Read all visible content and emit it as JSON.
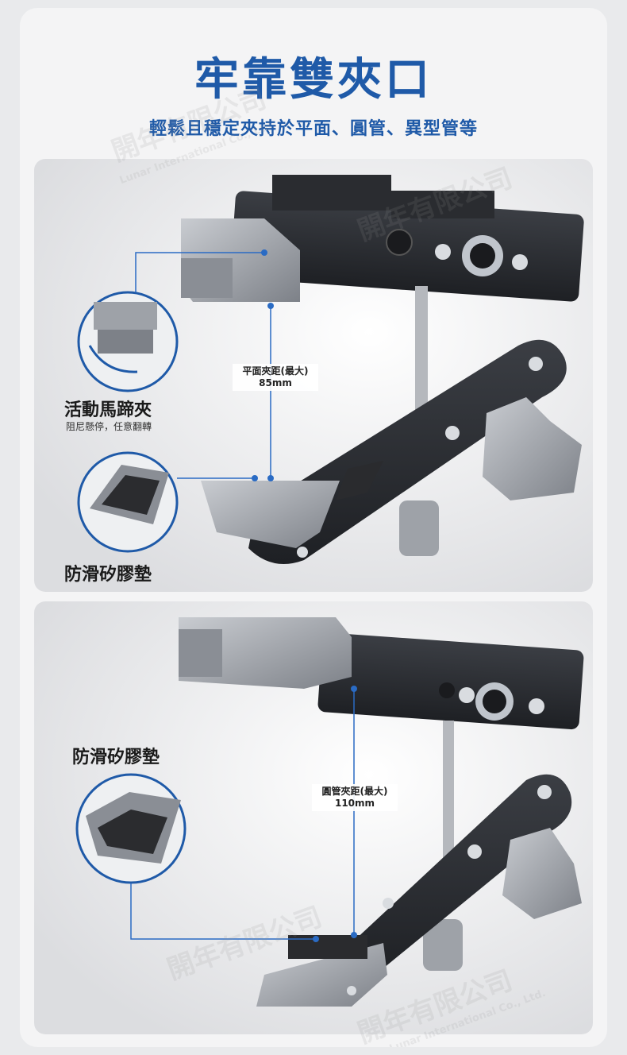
{
  "header": {
    "title": "牢靠雙夾口",
    "subtitle": "輕鬆且穩定夾持於平面、圓管、異型管等"
  },
  "panel1": {
    "feature1_title": "活動馬蹄夾",
    "feature1_desc": "阻尼懸停，任意翻轉",
    "feature2_title": "防滑矽膠墊",
    "measure_label": "平面夾距(最大)",
    "measure_value": "85mm"
  },
  "panel2": {
    "feature_title": "防滑矽膠墊",
    "measure_label": "圓管夾距(最大)",
    "measure_value": "110mm"
  },
  "watermark": {
    "text": "開年有限公司",
    "sub": "Lunar International Co., Ltd."
  },
  "colors": {
    "accent": "#1f5aa8",
    "line": "#2a6bc4",
    "metal_dark": "#2b2d31",
    "metal_light": "#a9adb3"
  }
}
